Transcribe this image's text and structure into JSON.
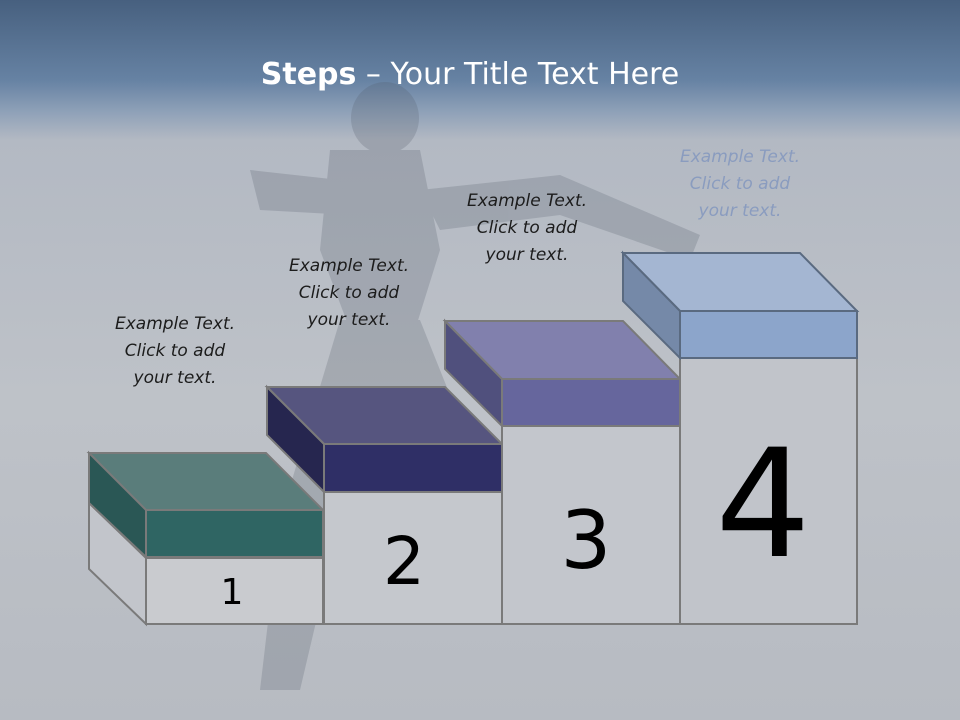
{
  "title": {
    "bold": "Steps",
    "rest": " – Your Title Text Here"
  },
  "steps": [
    {
      "number": "1",
      "line1": "Example Text.",
      "line2": "Click  to add",
      "line3": "your text."
    },
    {
      "number": "2",
      "line1": "Example Text.",
      "line2": "Click  to add",
      "line3": "your text."
    },
    {
      "number": "3",
      "line1": "Example Text.",
      "line2": "Click  to add",
      "line3": "your text."
    },
    {
      "number": "4",
      "line1": "Example Text.",
      "line2": "Click  to add",
      "line3": "your text."
    }
  ],
  "colors": {
    "step1": "#2f6563",
    "step2": "#2f2f66",
    "step3": "#66669d",
    "step4": "#8ca5cb",
    "outline": "#7a7a7a"
  }
}
